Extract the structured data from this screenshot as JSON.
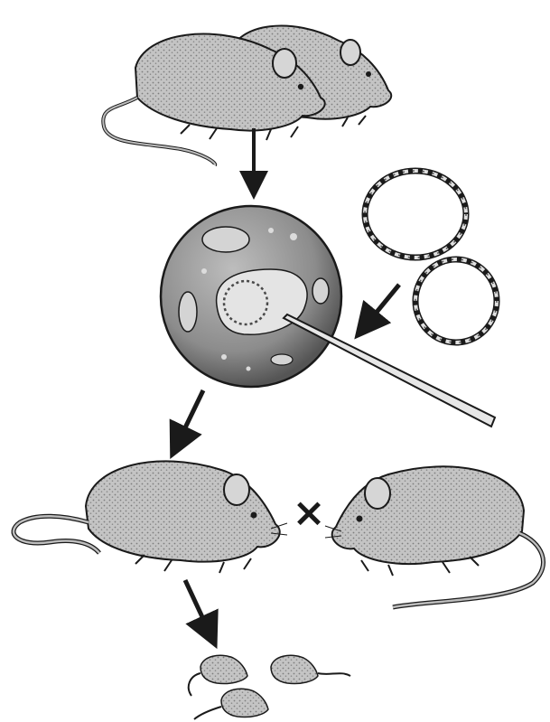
{
  "diagram": {
    "stages": [
      "donor-mice",
      "fertilized-egg-with-dna-injection",
      "transgenic-mouse-crossed-with-normal-mouse",
      "offspring"
    ],
    "cross_symbol": "×",
    "colors": {
      "background": "#ffffff",
      "ink": "#1a1a1a",
      "fur_fill": "#bdbdbd",
      "fur_dark": "#8f8f8f",
      "egg_fill": "#8a8a8a",
      "egg_light": "#cfcfcf",
      "nucleus_fill": "#e2e2e2"
    }
  }
}
